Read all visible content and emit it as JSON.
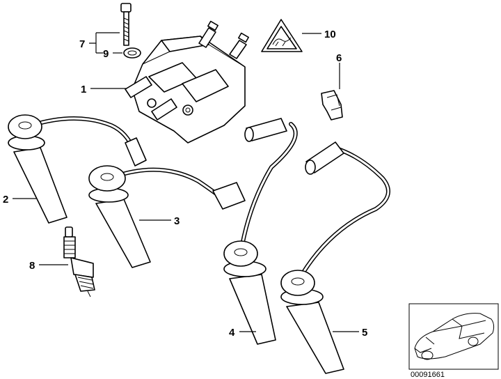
{
  "callouts": {
    "c1": "1",
    "c2": "2",
    "c3": "3",
    "c4": "4",
    "c5": "5",
    "c6": "6",
    "c7": "7",
    "c8": "8",
    "c9": "9",
    "c10": "10"
  },
  "document_id": "00091661",
  "icons": {
    "warning": "warning-triangle-icon",
    "vehicle": "car-thumbnail-icon"
  }
}
